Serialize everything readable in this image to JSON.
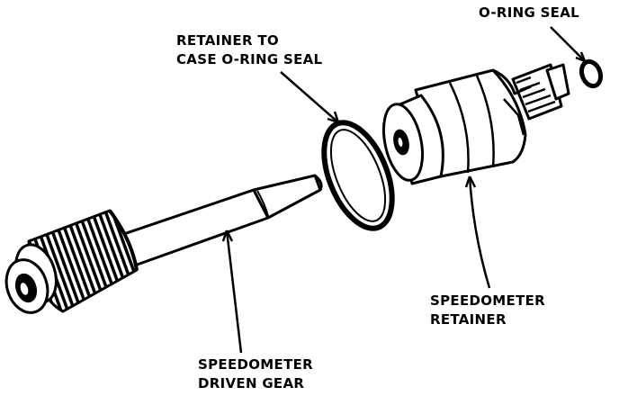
{
  "labels": {
    "oring_seal": "O-RING SEAL",
    "retainer_to_case": [
      "RETAINER TO",
      "CASE O-RING SEAL"
    ],
    "speedometer_retainer": [
      "SPEEDOMETER",
      "RETAINER"
    ],
    "speedometer_driven_gear": [
      "SPEEDOMETER",
      "DRIVEN GEAR"
    ]
  },
  "colors": {
    "ink": "#000000",
    "paper": "#ffffff"
  }
}
